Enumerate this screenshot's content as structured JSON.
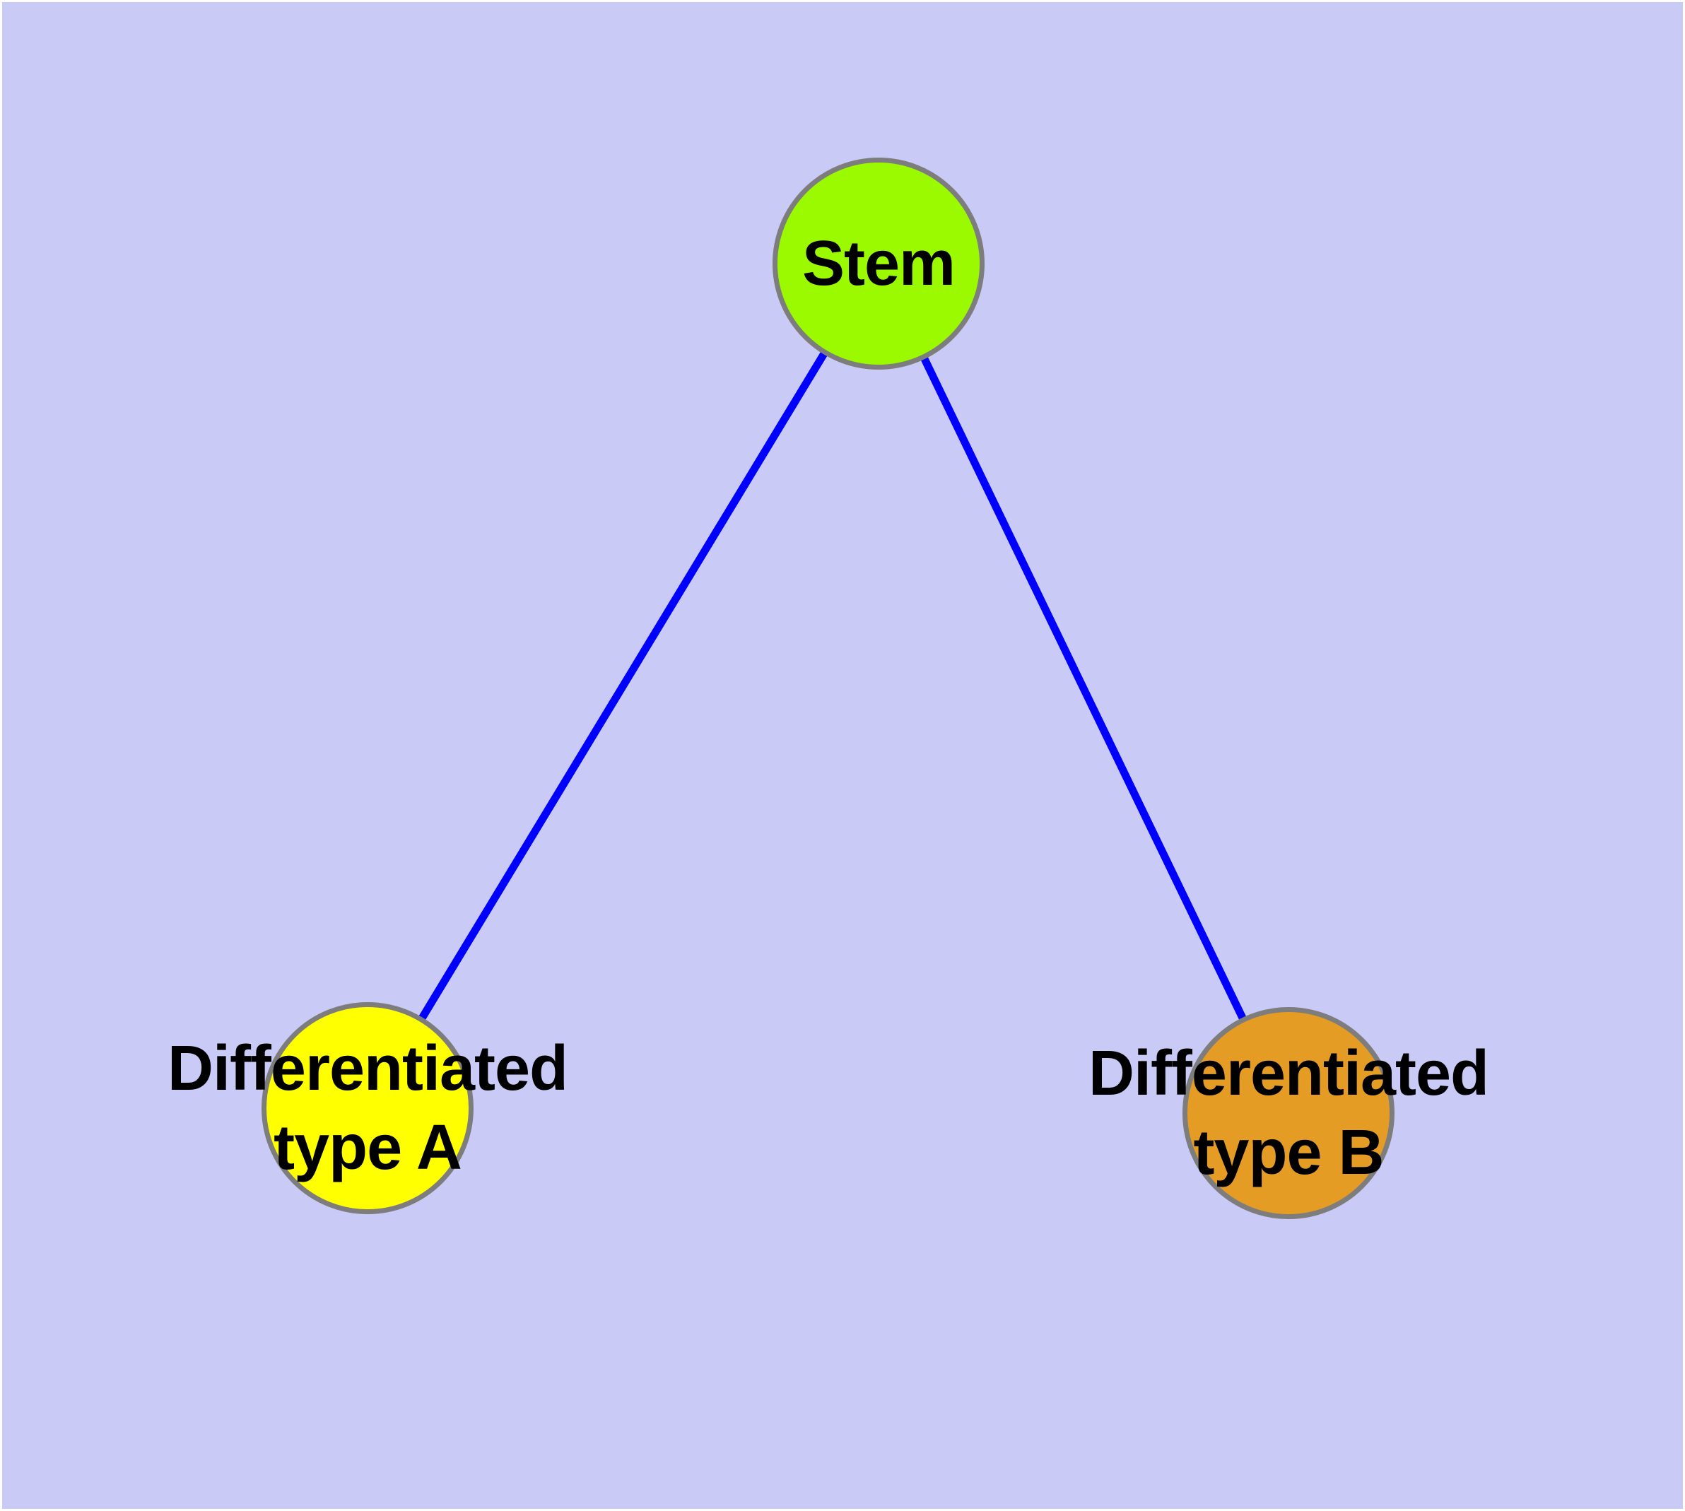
{
  "diagram": {
    "background_color": "#cacaf6",
    "frame_color": "#ffffff",
    "edge_color": "#0000ff",
    "node_border_color": "#7d7d7d",
    "label_color": "#000000",
    "nodes": [
      {
        "id": "stem",
        "label": "Stem",
        "fill": "#9bfa00"
      },
      {
        "id": "differentiated-type-a",
        "label": "Differentiated\ntype A",
        "fill": "#ffff00"
      },
      {
        "id": "differentiated-type-b",
        "label": "Differentiated\ntype B",
        "fill": "#e59c24"
      }
    ],
    "edges": [
      {
        "from": "stem",
        "to": "differentiated-type-a"
      },
      {
        "from": "stem",
        "to": "differentiated-type-b"
      }
    ]
  }
}
